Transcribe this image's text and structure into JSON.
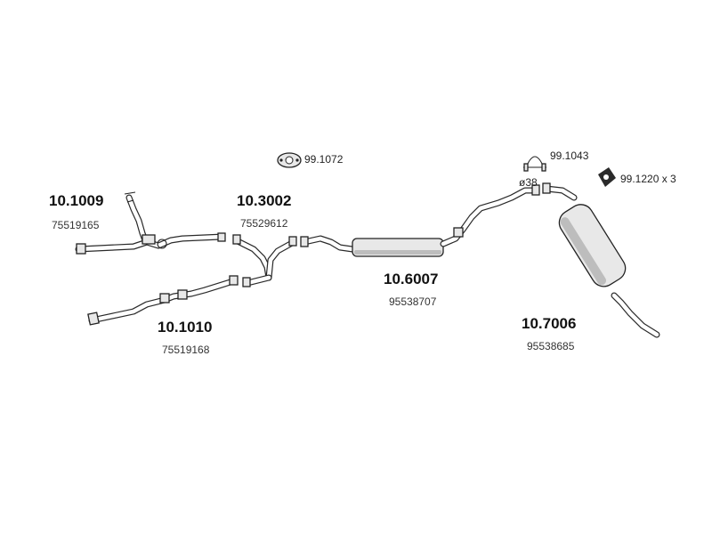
{
  "parts": {
    "front_pipe_left": {
      "number": "10.1009",
      "oem": "75519165"
    },
    "front_pipe_right": {
      "number": "10.1010",
      "oem": "75519168"
    },
    "y_pipe": {
      "number": "10.3002",
      "oem": "75529612"
    },
    "middle_silencer": {
      "number": "10.6007",
      "oem": "95538707"
    },
    "rear_silencer": {
      "number": "10.7006",
      "oem": "95538685"
    }
  },
  "accessories": {
    "gasket": {
      "number": "99.1072",
      "icon": "gasket-icon"
    },
    "clamp": {
      "number": "99.1043",
      "icon": "clamp-icon"
    },
    "mount": {
      "number": "99.1220 x 3",
      "icon": "rubber-mount-icon"
    }
  },
  "annotations": {
    "diameter": "ø38"
  },
  "colors": {
    "line": "#2a2a2a",
    "silencer_fill": "#e8e8e8"
  }
}
